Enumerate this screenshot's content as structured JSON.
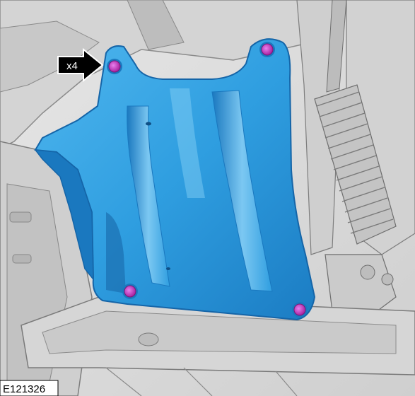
{
  "callout": {
    "label": "x4"
  },
  "figure_id": "E121326",
  "colors": {
    "shield": "#2f9ee0",
    "shield_dark": "#1a78bf",
    "shield_light": "#7cc8f2",
    "fastener": "#c93fd0",
    "background_gray": "#d9d9d9"
  },
  "parts": {
    "component": "heat-shield",
    "fasteners": "fastener-bolt",
    "background": "engine-bay-structure"
  }
}
